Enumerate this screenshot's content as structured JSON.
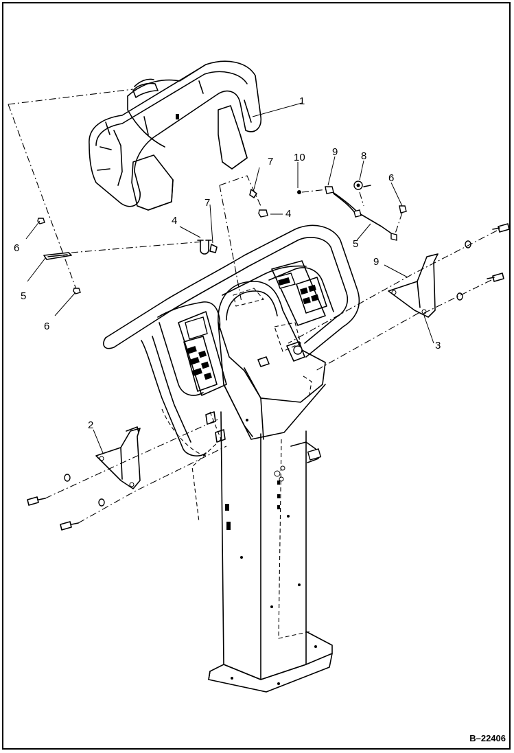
{
  "drawing_number": "B–22406",
  "callouts": [
    {
      "id": "callout-1",
      "text": "1"
    },
    {
      "id": "callout-10",
      "text": "10"
    },
    {
      "id": "callout-9-top",
      "text": "9"
    },
    {
      "id": "callout-8",
      "text": "8"
    },
    {
      "id": "callout-7-right",
      "text": "7"
    },
    {
      "id": "callout-6-right",
      "text": "6"
    },
    {
      "id": "callout-4-right",
      "text": "4"
    },
    {
      "id": "callout-7-left",
      "text": "7"
    },
    {
      "id": "callout-4-left",
      "text": "4"
    },
    {
      "id": "callout-6-left-top",
      "text": "6"
    },
    {
      "id": "callout-5-left",
      "text": "5"
    },
    {
      "id": "callout-6-left-bottom",
      "text": "6"
    },
    {
      "id": "callout-5-right",
      "text": "5"
    },
    {
      "id": "callout-9-right",
      "text": "9"
    },
    {
      "id": "callout-3",
      "text": "3"
    },
    {
      "id": "callout-2",
      "text": "2"
    }
  ]
}
